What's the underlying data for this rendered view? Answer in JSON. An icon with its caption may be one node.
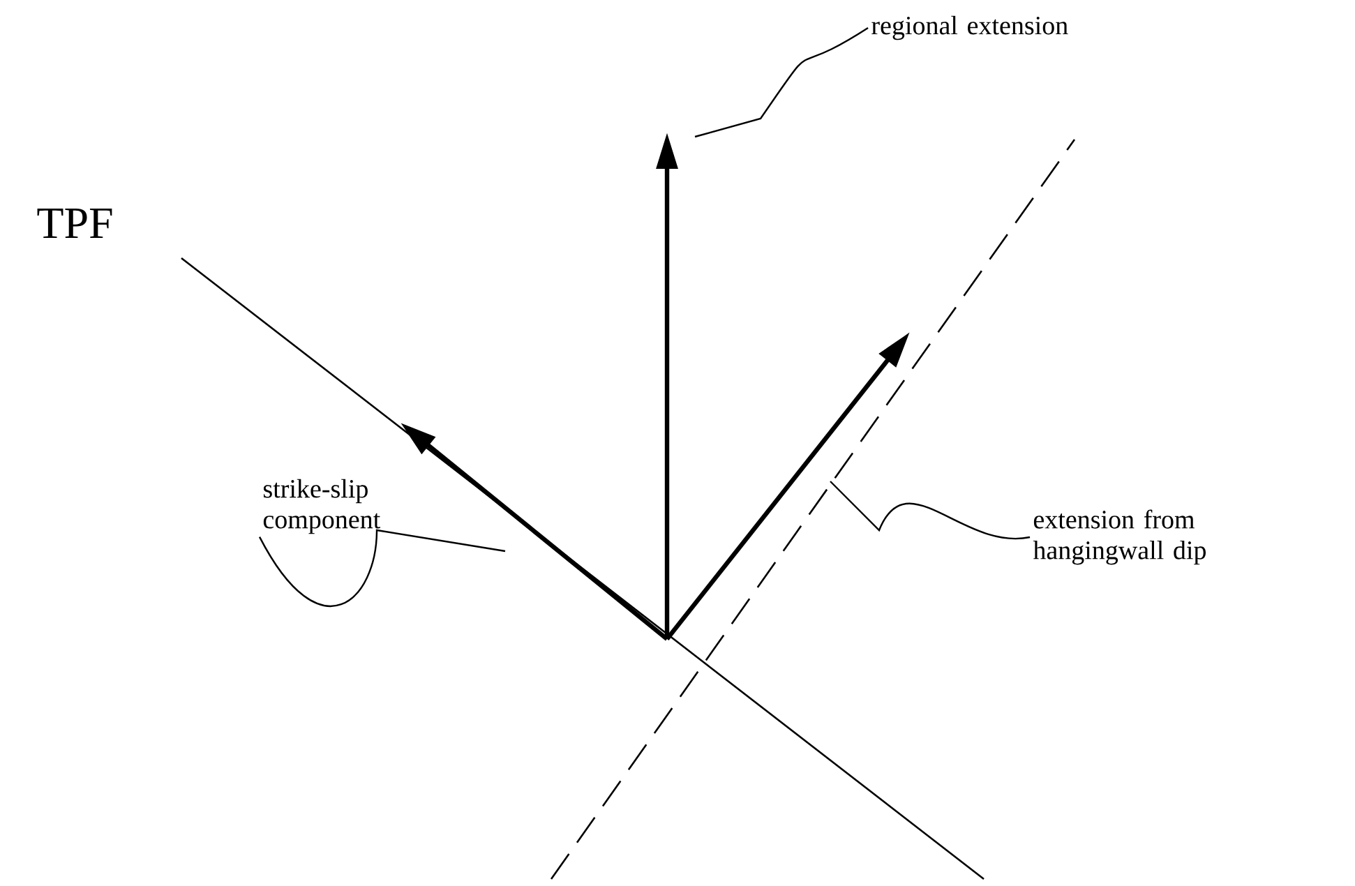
{
  "diagram": {
    "nodes": [
      {
        "text": [
          "regional extension"
        ]
      },
      {
        "text": [
          "extension from hangingwall dip"
        ]
      },
      {
        "text": [
          "strike-slip component"
        ]
      }
    ],
    "edges": [
      {
        "from": 0,
        "to": null,
        "arrow": "none"
      },
      {
        "from": 1,
        "to": null,
        "arrow": "none"
      },
      {
        "from": 2,
        "to": null,
        "arrow": "none"
      }
    ],
    "labels": [
      "TPF"
    ]
  }
}
